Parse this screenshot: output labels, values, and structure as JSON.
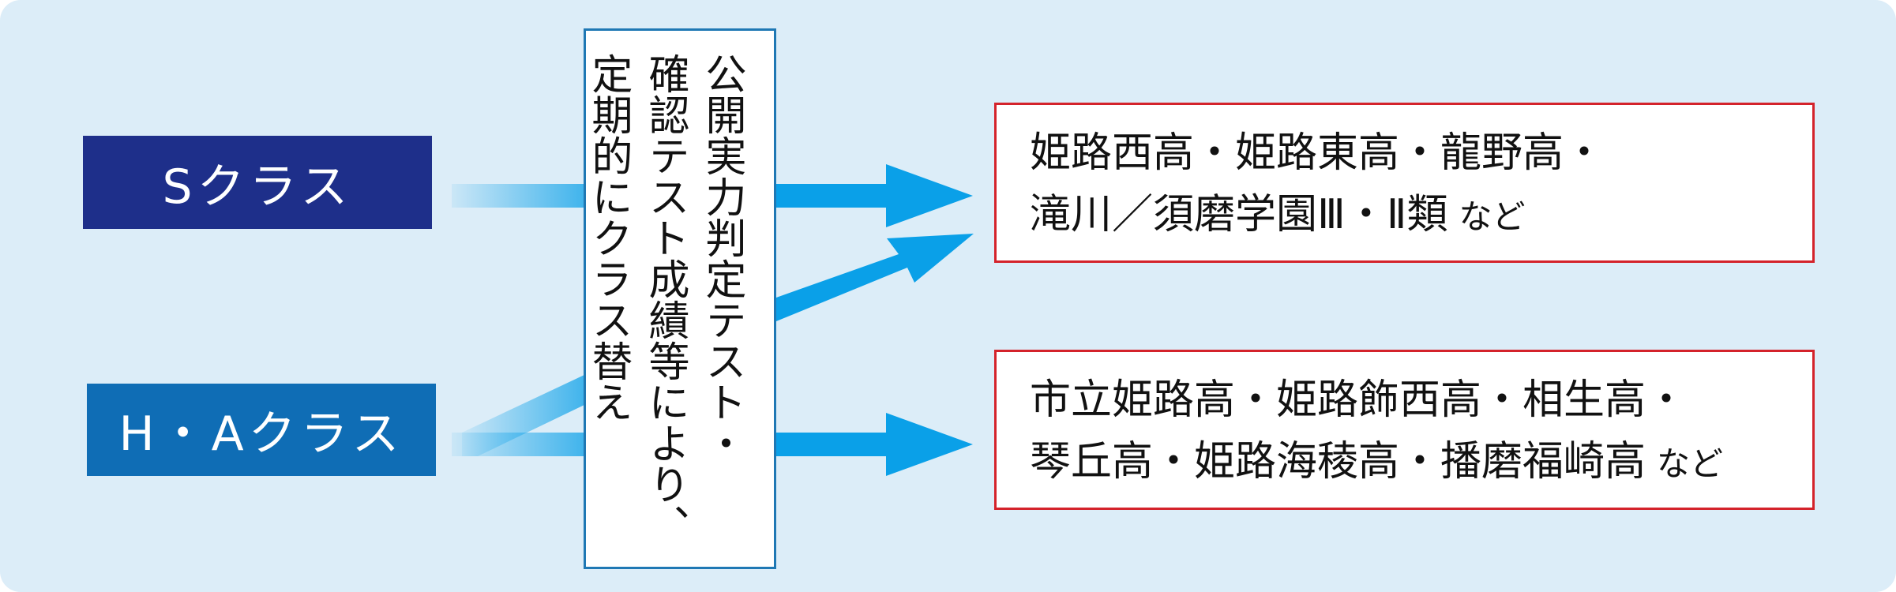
{
  "classes": {
    "s": "Sクラス",
    "ha": "H・Aクラス"
  },
  "center_box": {
    "text": "公開実力判定テスト・\n確認テスト成績等により、\n定期的にクラス替え"
  },
  "destinations": {
    "top": {
      "line1": "姫路西高・姫路東高・龍野高・",
      "line2": "滝川／須磨学園Ⅲ・Ⅱ類",
      "suffix": "など"
    },
    "bottom": {
      "line1": "市立姫路高・姫路飾西高・相生高・",
      "line2": "琴丘高・姫路海稜高・播磨福崎高",
      "suffix": "など"
    }
  },
  "colors": {
    "background": "#dcedf8",
    "s_class": "#1e2f8a",
    "ha_class": "#0f6db5",
    "arrow": "#0aa0e8",
    "center_border": "#1f78b4",
    "dest_border": "#d4232b"
  }
}
